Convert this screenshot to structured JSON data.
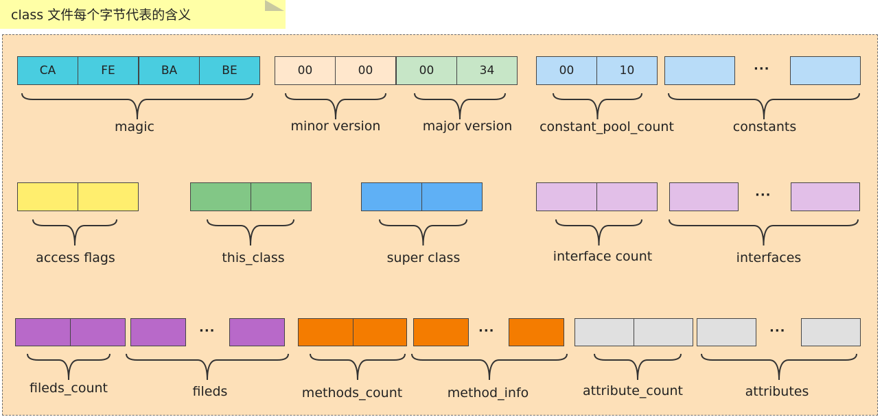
{
  "title": "class 文件每个字节代表的含义",
  "ellipsis": "···",
  "colors": {
    "magic": "#49cde0",
    "minor": "#ffe7cc",
    "major": "#c7e6c7",
    "cpool": "#b8dcf8",
    "constants": "#b8dcf8",
    "access": "#ffee6e",
    "this_class": "#82c786",
    "super_class": "#5fb0f5",
    "interface": "#e2bfe8",
    "fields": "#b869c9",
    "methods": "#f47c00",
    "attributes": "#e0e0e0"
  },
  "magic": {
    "bytes": [
      "CA",
      "FE",
      "BA",
      "BE"
    ],
    "label": "magic"
  },
  "minor_version": {
    "bytes": [
      "00",
      "00"
    ],
    "label": "minor version"
  },
  "major_version": {
    "bytes": [
      "00",
      "34"
    ],
    "label": "major version"
  },
  "constant_pool_count": {
    "bytes": [
      "00",
      "10"
    ],
    "label": "constant_pool_count"
  },
  "constants": {
    "label": "constants"
  },
  "access_flags": {
    "label": "access flags"
  },
  "this_class": {
    "label": "this_class"
  },
  "super_class": {
    "label": "super class"
  },
  "interface_count": {
    "label": "interface count"
  },
  "interfaces": {
    "label": "interfaces"
  },
  "fileds_count": {
    "label": "fileds_count"
  },
  "fileds": {
    "label": "fileds"
  },
  "methods_count": {
    "label": "methods_count"
  },
  "method_info": {
    "label": "method_info"
  },
  "attribute_count": {
    "label": "attribute_count"
  },
  "attributes": {
    "label": "attributes"
  }
}
